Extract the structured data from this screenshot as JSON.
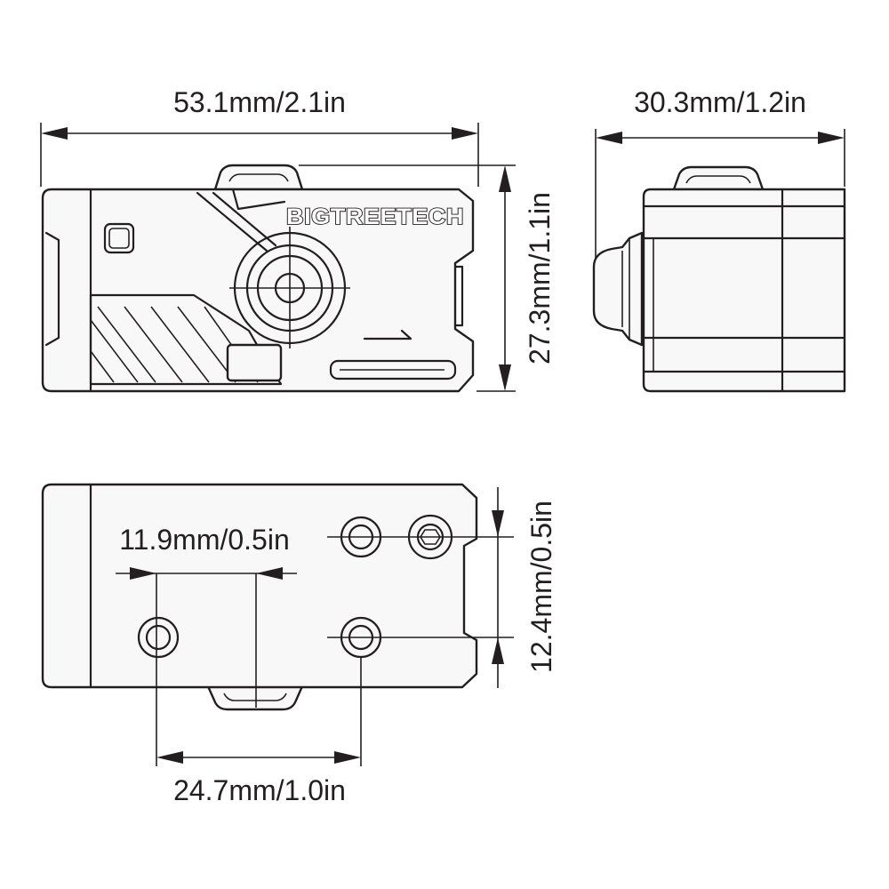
{
  "dimensions": {
    "top_view_width": "53.1mm/2.1in",
    "side_view_width": "30.3mm/1.2in",
    "top_view_height": "27.3mm/1.1in",
    "bottom_hole_spacing_small": "11.9mm/0.5in",
    "bottom_hole_spacing_vertical": "12.4mm/0.5in",
    "bottom_hole_spacing_large": "24.7mm/1.0in"
  },
  "brand": {
    "logo_text": "BIGTREETECH"
  },
  "colors": {
    "line": "#231f20",
    "body_fill": "#f8f8f8",
    "shade_fill": "#d9d9d9"
  }
}
